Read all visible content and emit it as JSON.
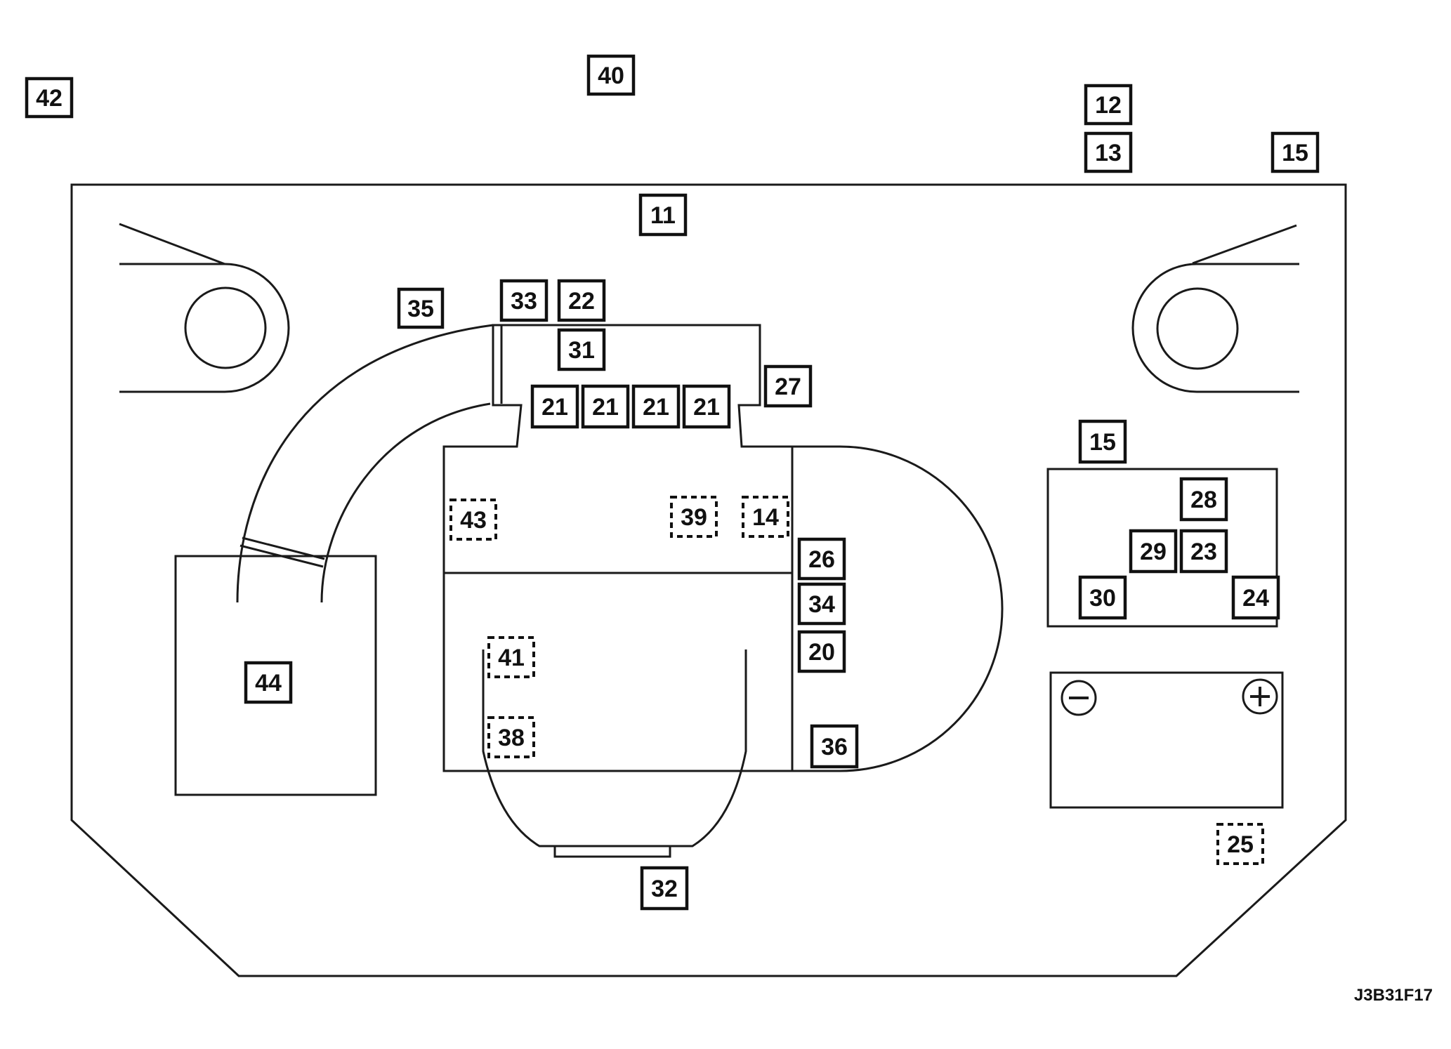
{
  "figure_code": "J3B31F17",
  "labels": {
    "l42": "42",
    "l40": "40",
    "l12": "12",
    "l13": "13",
    "l15_top": "15",
    "l11": "11",
    "l35": "35",
    "l33": "33",
    "l22": "22",
    "l31": "31",
    "l27": "27",
    "l21_a": "21",
    "l21_b": "21",
    "l21_c": "21",
    "l21_d": "21",
    "l43": "43",
    "l39": "39",
    "l14": "14",
    "l26": "26",
    "l34": "34",
    "l20": "20",
    "l36": "36",
    "l41": "41",
    "l38": "38",
    "l32": "32",
    "l44": "44",
    "l15_right": "15",
    "l28": "28",
    "l29": "29",
    "l23": "23",
    "l30": "30",
    "l24": "24",
    "l25": "25"
  },
  "battery": {
    "negative_icon": "minus-icon",
    "positive_icon": "plus-icon"
  }
}
